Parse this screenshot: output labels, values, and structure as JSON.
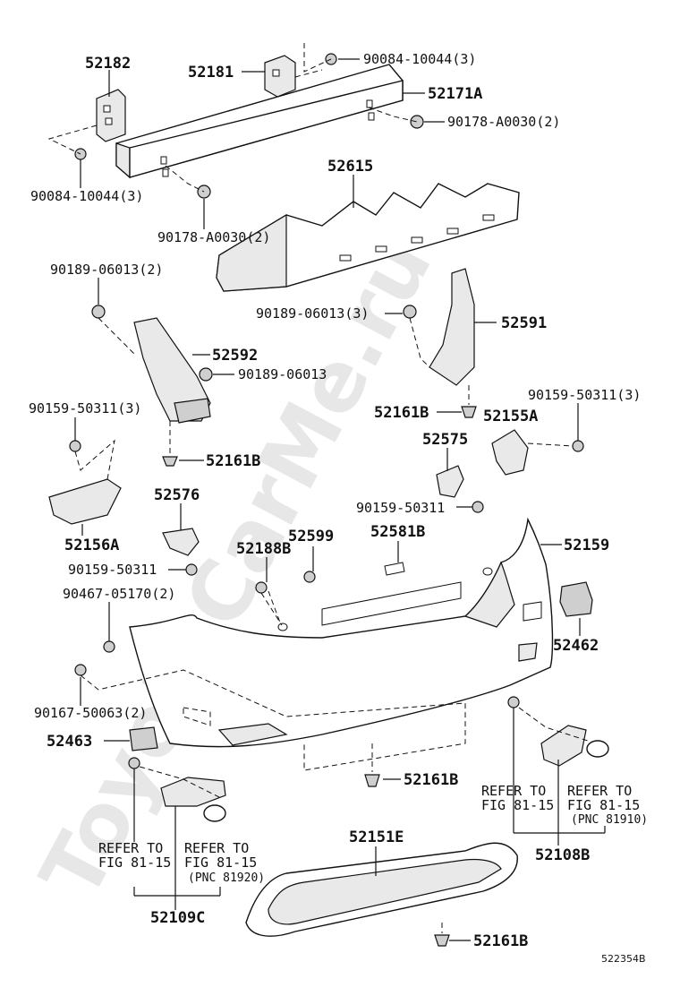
{
  "watermark": "ToyotaCarMe.ru",
  "figure_id": "522354B",
  "labels": {
    "p52182": "52182",
    "p52181": "52181",
    "p90084_top": "90084-10044(3)",
    "p52171a": "52171A",
    "p90178_right": "90178-A0030(2)",
    "p90084_left": "90084-10044(3)",
    "p52615": "52615",
    "p90178_left": "90178-A0030(2)",
    "p90189_left": "90189-06013(2)",
    "p90189_mid": "90189-06013(3)",
    "p52591": "52591",
    "p52592": "52592",
    "p90189_single": "90189-06013",
    "p90159_left": "90159-50311(3)",
    "p90159_right": "90159-50311(3)",
    "p52161b_mid": "52161B",
    "p52155a": "52155A",
    "p52161b_left": "52161B",
    "p52575": "52575",
    "p52156a": "52156A",
    "p52576": "52576",
    "p90159_mid": "90159-50311",
    "p90159_low": "90159-50311",
    "p52599": "52599",
    "p52581b": "52581B",
    "p52159": "52159",
    "p52188b": "52188B",
    "p90467": "90467-05170(2)",
    "p52462": "52462",
    "p90167": "90167-50063(2)",
    "p52463": "52463",
    "p52161b_bottom": "52161B",
    "ref_right_1": "REFER TO",
    "ref_right_1b": "FIG 81-15",
    "ref_right_2": "REFER TO",
    "ref_right_2b": "FIG 81-15",
    "ref_right_pnc": "(PNC 81910)",
    "p52108b": "52108B",
    "p52151e": "52151E",
    "ref_left_1": "REFER TO",
    "ref_left_1b": "FIG 81-15",
    "ref_left_2": "REFER TO",
    "ref_left_2b": "FIG 81-15",
    "ref_left_pnc": "(PNC 81920)",
    "p52109c": "52109C",
    "p52161b_grille": "52161B"
  }
}
